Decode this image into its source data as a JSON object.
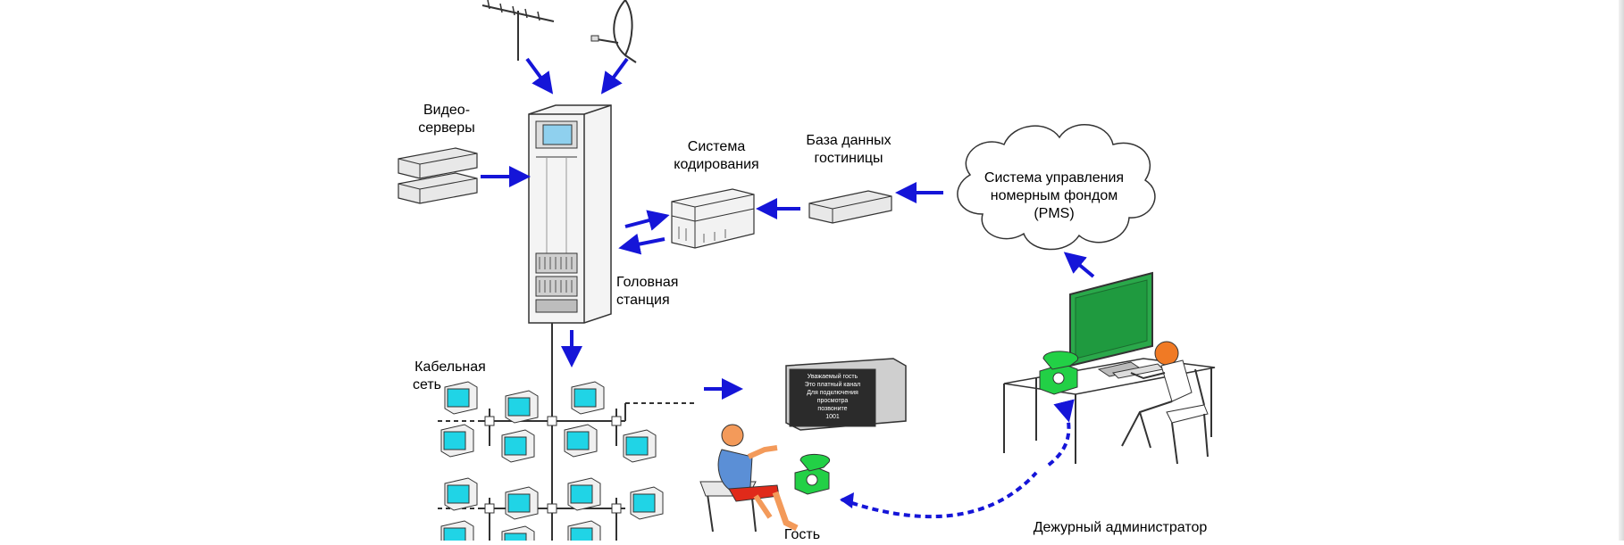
{
  "labels": {
    "video_servers_l1": "Видео-",
    "video_servers_l2": "серверы",
    "encoding_l1": "Система",
    "encoding_l2": "кодирования",
    "hotel_db_l1": "База данных",
    "hotel_db_l2": "гостиницы",
    "pms_l1": "Система управления",
    "pms_l2": "номерным фондом",
    "pms_l3": "(PMS)",
    "head_station_l1": "Головная",
    "head_station_l2": "станция",
    "cable_network_l1": "Кабельная",
    "cable_network_l2": "сеть",
    "guest": "Гость",
    "duty_admin": "Дежурный администратор"
  },
  "tv_message": {
    "l1": "Уважаемый гость",
    "l2": "Это платный канал",
    "l3": "Для подключения",
    "l4": "просмотра",
    "l5": "позвоните",
    "l6": "1001"
  },
  "colors": {
    "arrow": "#1515d8",
    "dashed_link": "#1515d8",
    "screen_cyan": "#20d4e6",
    "monitor_green": "#2aa84a",
    "phone_green": "#22d046",
    "guest_shirt": "#5b8fd6",
    "guest_shorts": "#e02a1a",
    "person_head": "#f39a5a",
    "admin_head": "#f07a25"
  },
  "icons": [
    "antenna-icon",
    "satellite-dish-icon",
    "server-icon",
    "rack-icon",
    "cloud-icon",
    "tv-icon",
    "phone-icon",
    "person-icon",
    "monitor-icon"
  ]
}
